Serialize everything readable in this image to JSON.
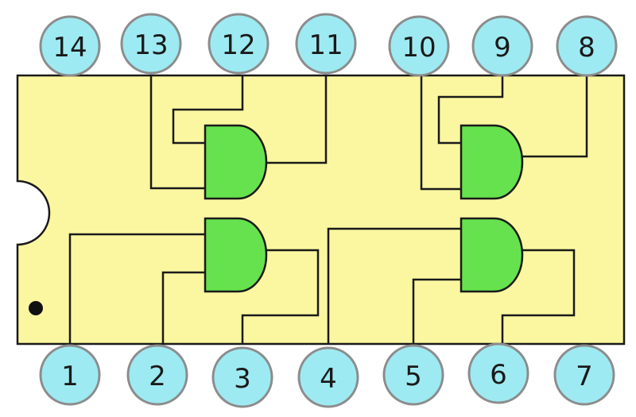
{
  "chip": {
    "body_color": "#fbf7a0",
    "pin_color": "#9eeaf2",
    "gate_color": "#66e24e",
    "top_pins": [
      "14",
      "13",
      "12",
      "11",
      "10",
      "9",
      "8"
    ],
    "bottom_pins": [
      "1",
      "2",
      "3",
      "4",
      "5",
      "6",
      "7"
    ],
    "gate_count": 4
  }
}
